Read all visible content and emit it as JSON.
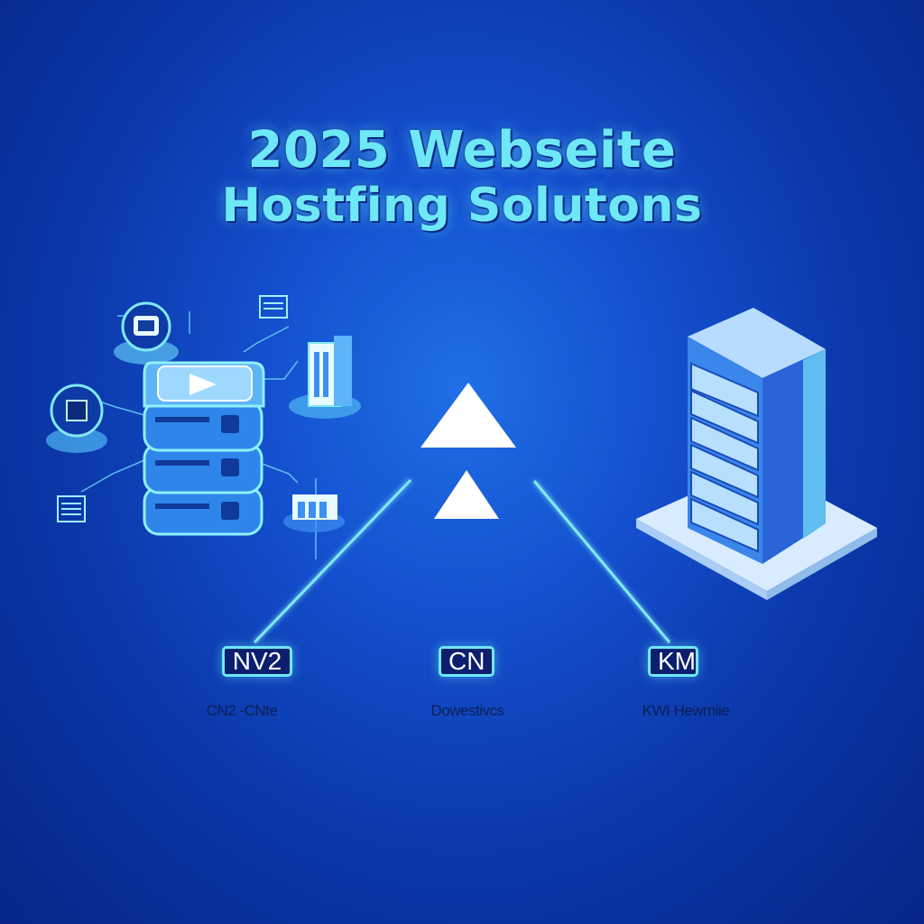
{
  "title": {
    "line1": "2025 Webseite",
    "line2": "Hostfing Solutons"
  },
  "badges": [
    {
      "label": "NV2",
      "caption": "CN2 -CNte"
    },
    {
      "label": "CN",
      "caption": "Dowestivcs"
    },
    {
      "label": "KM",
      "caption": "KWI Hewmiie"
    }
  ],
  "colors": {
    "background_center": "#1f6fe6",
    "background_edge": "#062688",
    "title_cyan": "#6ee8f6",
    "line_cyan": "#7fe9f3",
    "server_blue": "#3d8ff0"
  },
  "icons": [
    "database-stack-icon",
    "server-rack-icon",
    "arrow-up-icon",
    "gear-chip-icon",
    "document-icon"
  ]
}
